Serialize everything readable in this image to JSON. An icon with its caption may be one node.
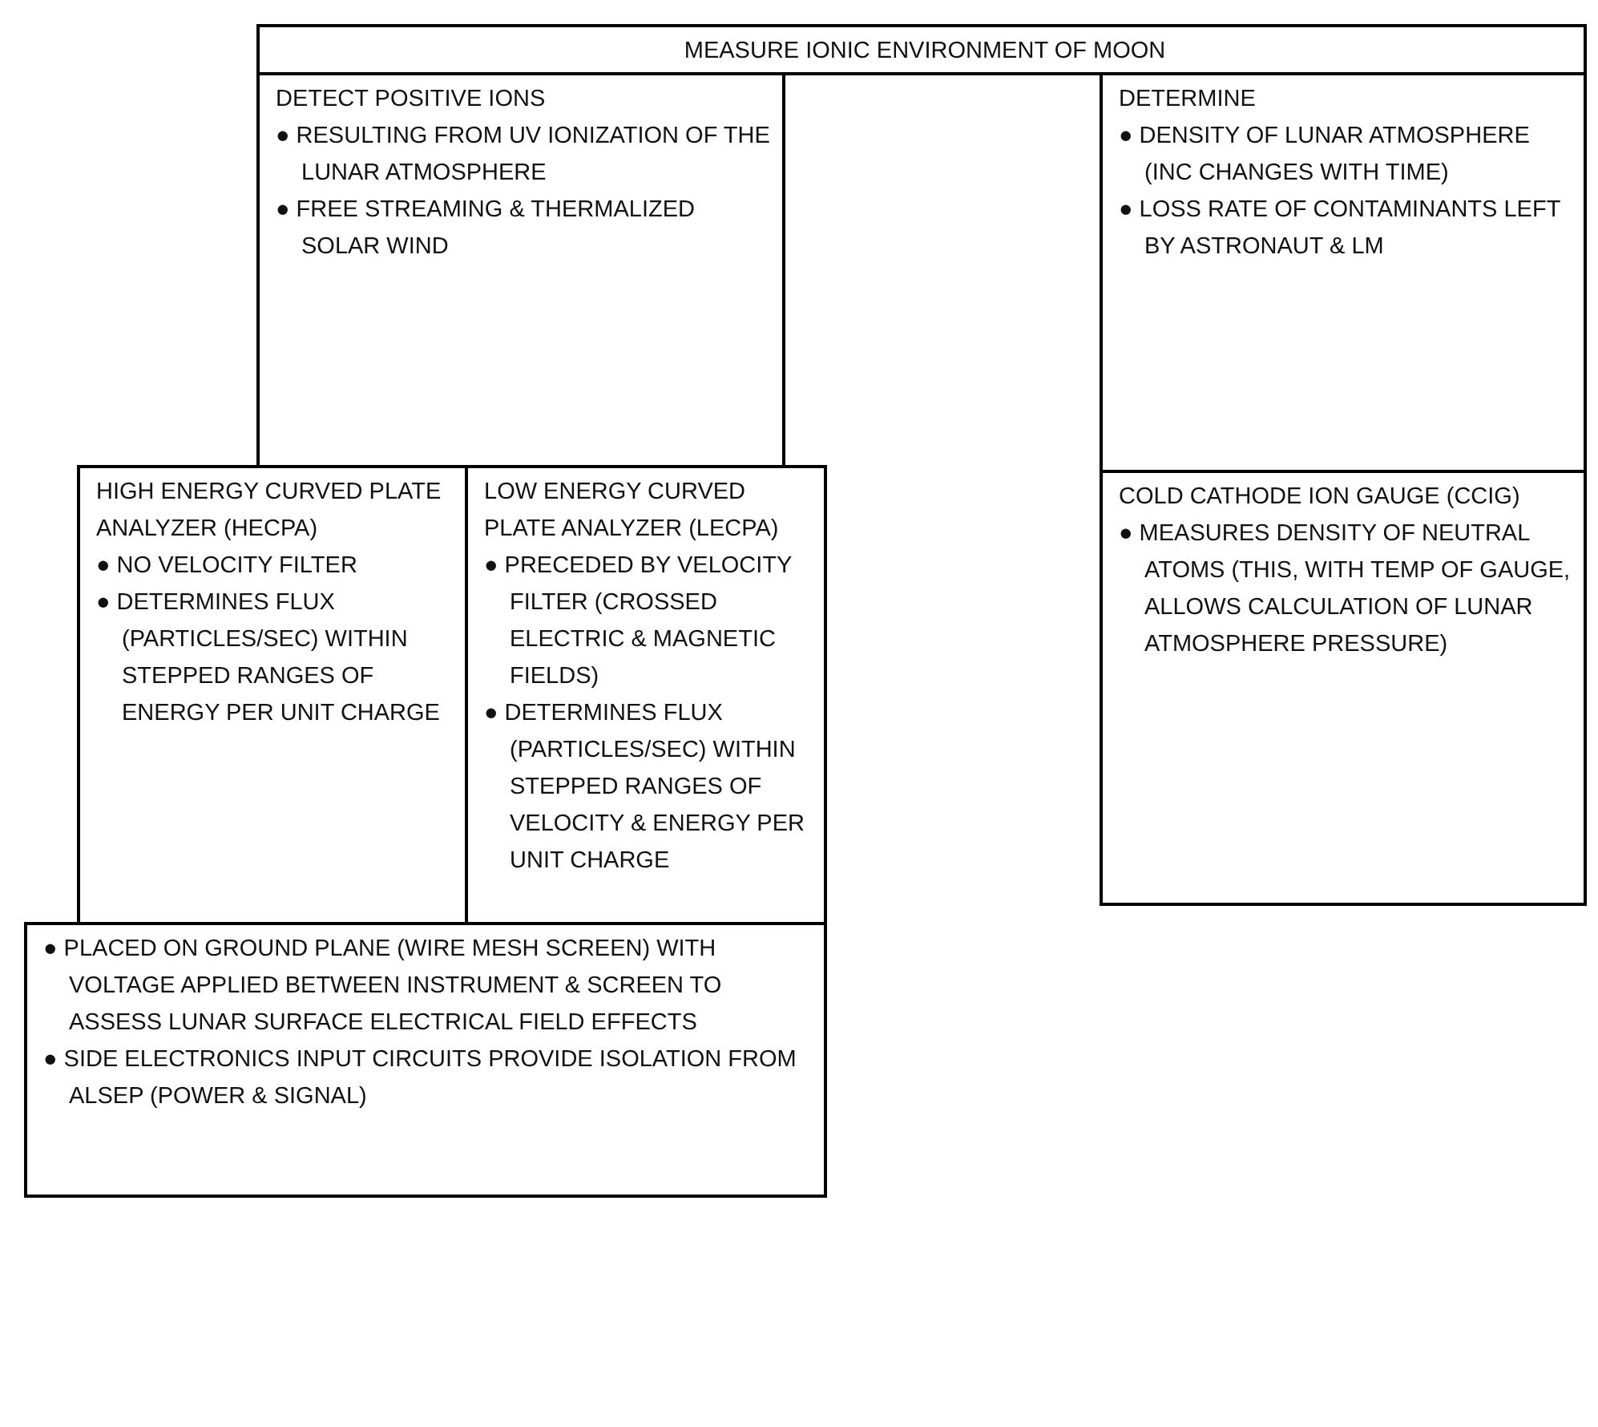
{
  "diagram": {
    "nodes": [
      {
        "text": [
          "MEASURE IONIC ENVIRONMENT OF MOON"
        ]
      },
      {
        "text": [
          "DETECT POSITIVE IONS",
          "● RESULTING FROM UV IONIZATION OF THE LUNAR ATMOSPHERE",
          "● FREE STREAMING & THERMALIZED SOLAR WIND"
        ]
      },
      {
        "text": [
          "DETERMINE",
          "● DENSITY OF LUNAR ATMOSPHERE (INC CHANGES WITH TIME)",
          "● LOSS RATE OF CONTAMINANTS LEFT BY ASTRONAUT & LM"
        ]
      },
      {
        "text": [
          "HIGH ENERGY CURVED PLATE ANALYZER (HECPA)",
          "● NO VELOCITY FILTER",
          "● DETERMINES FLUX (PARTICLES/SEC) WITHIN STEPPED RANGES OF ENERGY PER UNIT CHARGE"
        ]
      },
      {
        "text": [
          "LOW ENERGY CURVED PLATE ANALYZER (LECPA)",
          "● PRECEDED BY VELOCITY FILTER (CROSSED ELECTRIC & MAGNETIC FIELDS)",
          "● DETERMINES FLUX (PARTICLES/SEC) WITHIN STEPPED RANGES OF VELOCITY & ENERGY PER UNIT CHARGE"
        ]
      },
      {
        "text": [
          "COLD CATHODE ION GAUGE (CCIG)",
          "● MEASURES DENSITY OF NEUTRAL ATOMS (THIS, WITH TEMP OF GAUGE, ALLOWS CALCULATION OF LUNAR ATMOSPHERE PRESSURE)"
        ]
      },
      {
        "text": [
          "● PLACED ON GROUND PLANE (WIRE MESH SCREEN) WITH VOLTAGE APPLIED BETWEEN INSTRUMENT & SCREEN TO ASSESS LUNAR SURFACE ELECTRICAL FIELD EFFECTS",
          "● SIDE ELECTRONICS INPUT CIRCUITS PROVIDE ISOLATION FROM ALSEP (POWER & SIGNAL)"
        ]
      }
    ]
  }
}
